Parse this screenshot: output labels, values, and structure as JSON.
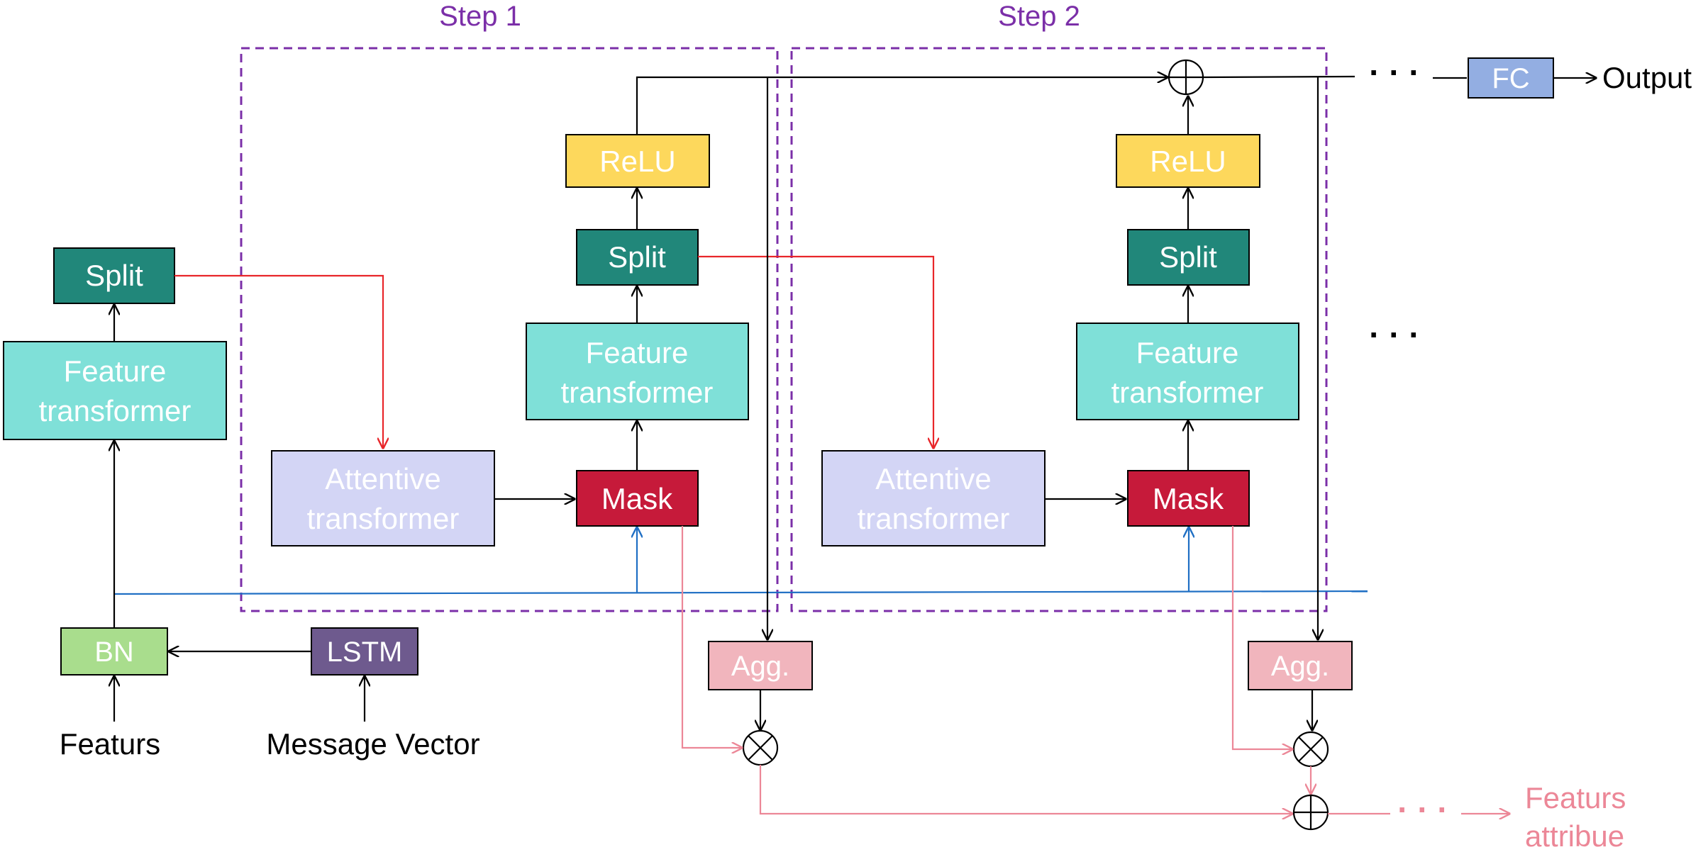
{
  "steps": {
    "step1_label": "Step 1",
    "step2_label": "Step 2"
  },
  "blocks": {
    "split": "Split",
    "feature_transformer_line1": "Feature",
    "feature_transformer_line2": "transformer",
    "attentive_transformer_line1": "Attentive",
    "attentive_transformer_line2": "transformer",
    "mask": "Mask",
    "relu": "ReLU",
    "bn": "BN",
    "lstm": "LSTM",
    "agg": "Agg.",
    "fc": "FC"
  },
  "io": {
    "features_input": "Featurs",
    "message_vector": "Message Vector",
    "output": "Output",
    "feature_attribute_line1": "Featurs",
    "feature_attribute_line2": "attribue",
    "ellipsis": "· · ·"
  },
  "colors": {
    "split": "#21877a",
    "feature_transformer": "#7fe0d8",
    "attentive_transformer": "#d3d5f5",
    "mask": "#c61a3a",
    "relu": "#fdd85c",
    "bn": "#a9dd8d",
    "lstm": "#6e5a8e",
    "agg": "#f1b5bd",
    "fc": "#93aee2",
    "step_box": "#7b2fa8",
    "red_arrow": "#e8262a",
    "blue_line": "#1f6fc4",
    "pink_line": "#ec8797",
    "white_text": "#ffffff"
  }
}
